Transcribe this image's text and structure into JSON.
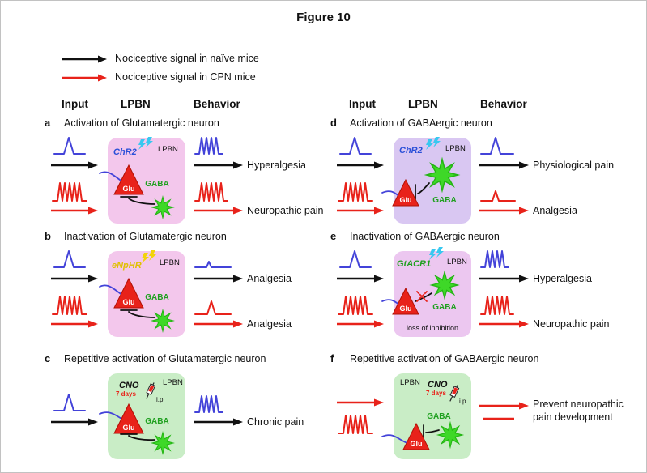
{
  "figure_title": "Figure 10",
  "legend": {
    "naive_label": "Nociceptive signal in naïve mice",
    "cpn_label": "Nociceptive signal in CPN mice"
  },
  "column_headers": {
    "input": "Input",
    "lpbn": "LPBN",
    "behavior": "Behavior"
  },
  "labels": {
    "lpbn": "LPBN",
    "glu": "Glu",
    "gaba": "GABA"
  },
  "colors": {
    "naive_signal": "#111111",
    "cpn_signal": "#e8221a",
    "trace_blue": "#4343d9",
    "glu_fill": "#e8221a",
    "gaba_fill": "#3ed828"
  },
  "panels": [
    {
      "id": "a",
      "title": "Activation of Glutamatergic neuron",
      "opsin": "ChR2",
      "opsin_color": "#2b50d8",
      "light_color": "#38c8f0",
      "box_color": "#f3c7ec",
      "behavior_1": "Hyperalgesia",
      "behavior_2": "Neuropathic pain"
    },
    {
      "id": "b",
      "title": "Inactivation of Glutamatergic neuron",
      "opsin": "eNpHR",
      "opsin_color": "#e0c000",
      "light_color": "#f2d40a",
      "box_color": "#f3c7ec",
      "behavior_1": "Analgesia",
      "behavior_2": "Analgesia"
    },
    {
      "id": "c",
      "title": "Repetitive activation of Glutamatergic neuron",
      "drug": "CNO",
      "duration": "7 days",
      "route": "i.p.",
      "box_color": "#c9edc6",
      "behavior_1": "Chronic pain"
    },
    {
      "id": "d",
      "title": "Activation of GABAergic neuron",
      "opsin": "ChR2",
      "opsin_color": "#2b50d8",
      "light_color": "#38c8f0",
      "box_color": "#d9c7f2",
      "behavior_1": "Physiological pain",
      "behavior_2": "Analgesia"
    },
    {
      "id": "e",
      "title": "Inactivation of GABAergic neuron",
      "opsin": "GtACR1",
      "opsin_color": "#1fa01f",
      "light_color": "#38c8f0",
      "box_color": "#ecc7f0",
      "note": "loss of inhibition",
      "behavior_1": "Hyperalgesia",
      "behavior_2": "Neuropathic pain"
    },
    {
      "id": "f",
      "title": "Repetitive activation of GABAergic neuron",
      "drug": "CNO",
      "duration": "7 days",
      "route": "i.p.",
      "box_color": "#c9edc6",
      "behavior_1": "Prevent neuropathic pain development"
    }
  ]
}
